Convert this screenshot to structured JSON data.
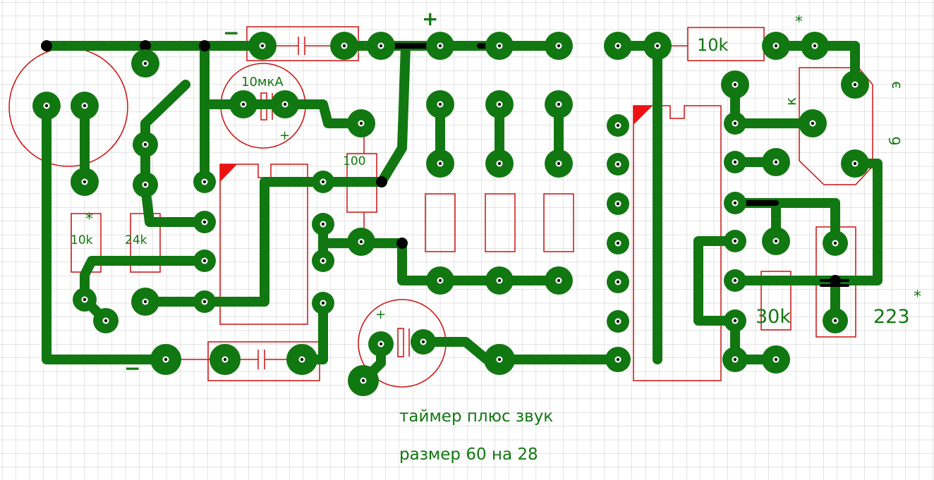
{
  "title_line1": "таймер плюс звук",
  "title_line2": "размер 60 на 28",
  "labels": {
    "r_10k_top": "10k",
    "r_10k_left": "10k",
    "r_24k": "24k",
    "r_100": "100",
    "r_30k": "30k",
    "c_223": "223",
    "c_10mka": "10мкА",
    "plus_top": "+",
    "minus_top": "−",
    "minus_bottom": "−",
    "cap_plus_1": "+",
    "cap_plus_2": "+",
    "star_1": "*",
    "star_2": "*",
    "star_3": "*",
    "transistor_k": "к",
    "transistor_e": "э",
    "transistor_b": "б"
  },
  "colors": {
    "trace": "#117711",
    "outline": "#cc1111",
    "grid": "#c8c8c8",
    "background": "#ffffff"
  }
}
